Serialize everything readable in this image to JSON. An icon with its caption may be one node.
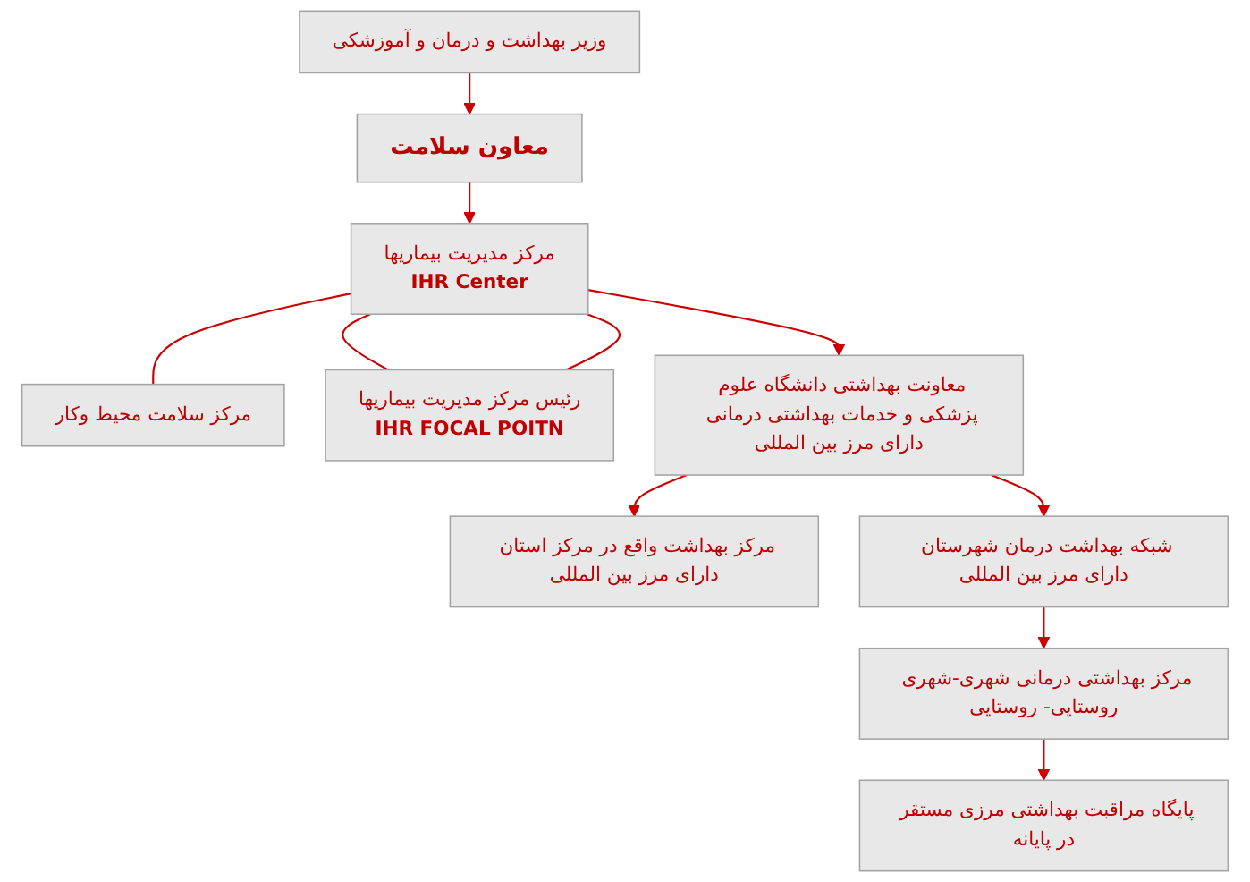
{
  "diagram": {
    "nodes": [
      {
        "text": [
          "وزیر بهداشت و درمان و آموزشکی"
        ]
      },
      {
        "text": [
          "معاون سلامت"
        ]
      },
      {
        "text": [
          "مرکز مدیریت بیماریها",
          "IHR Center"
        ]
      },
      {
        "text": [
          "مرکز سلامت محیط وکار"
        ]
      },
      {
        "text": [
          "رئیس مرکز مدیریت بیماریها",
          "IHR FOCAL POITN"
        ]
      },
      {
        "text": [
          "معاونت بهداشتی دانشگاه علوم پزشکی و خدمات بهداشتی درمانی دارای مرز بین المللی"
        ]
      },
      {
        "text": [
          "مرکز بهداشت واقع در مرکز استان دارای مرز بین المللی"
        ]
      },
      {
        "text": [
          "شبکه بهداشت درمان شهرستان دارای مرز بین المللی"
        ]
      },
      {
        "text": [
          "مرکز بهداشتی درمانی شهری-شهری روستایی- روستایی"
        ]
      },
      {
        "text": [
          "پایگاه مراقبت بهداشتی مرزی مستقر در پایانه"
        ]
      }
    ],
    "edges": [
      {
        "from": 0,
        "to": 1,
        "arrow": "to"
      },
      {
        "from": 1,
        "to": 2,
        "arrow": "to"
      },
      {
        "from": 2,
        "to": 3,
        "arrow": "none"
      },
      {
        "from": 2,
        "to": 4,
        "arrow": "none"
      },
      {
        "from": 2,
        "to": 4,
        "arrow": "none"
      },
      {
        "from": 2,
        "to": 5,
        "arrow": "to"
      },
      {
        "from": 5,
        "to": 6,
        "arrow": "to"
      },
      {
        "from": 5,
        "to": 7,
        "arrow": "to"
      },
      {
        "from": 7,
        "to": 8,
        "arrow": "to"
      },
      {
        "from": 8,
        "to": 9,
        "arrow": "to"
      }
    ]
  }
}
